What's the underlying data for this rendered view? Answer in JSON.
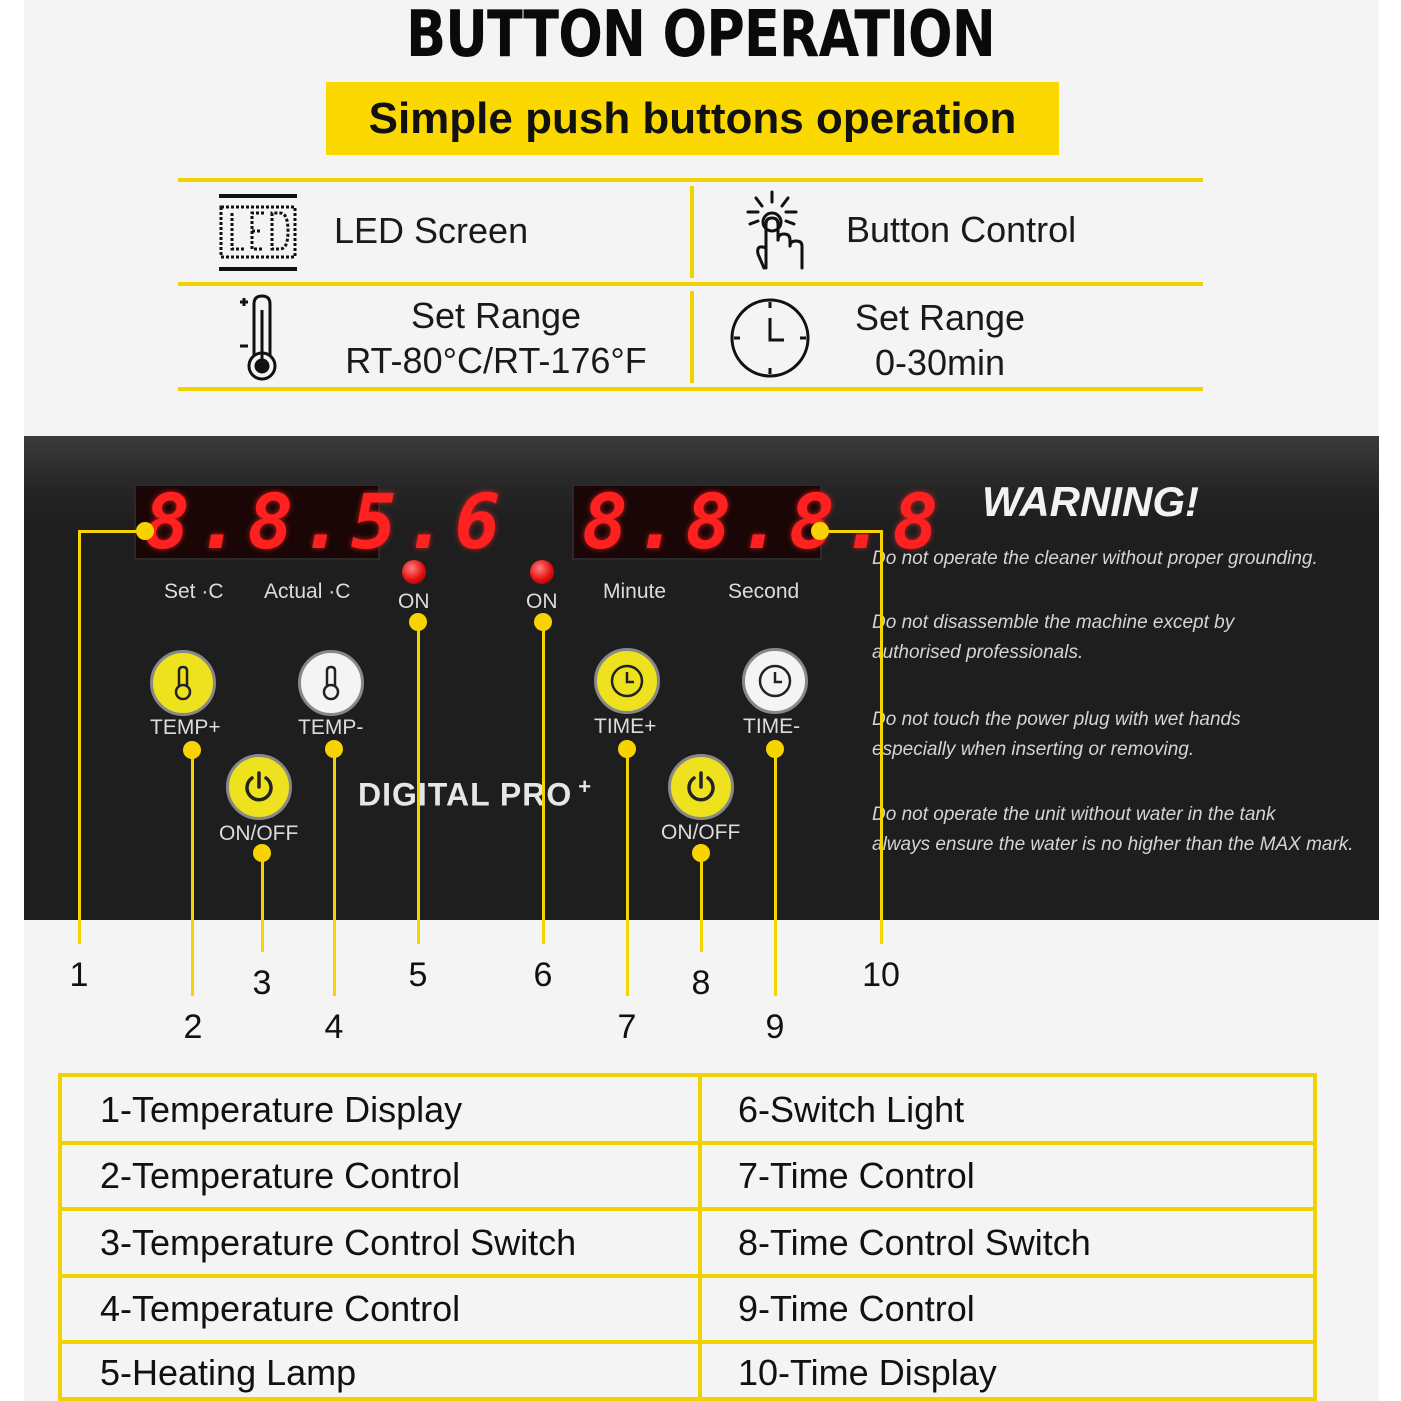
{
  "header": {
    "title": "BUTTON OPERATION",
    "subtitle": "Simple push buttons operation"
  },
  "features": [
    {
      "icon": "led-screen-icon",
      "label": "LED Screen"
    },
    {
      "icon": "hand-press-icon",
      "label": "Button Control"
    },
    {
      "icon": "thermometer-icon",
      "label_line1": "Set Range",
      "label_line2": "RT-80°C/RT-176°F"
    },
    {
      "icon": "clock-icon",
      "label_line1": "Set Range",
      "label_line2": "0-30min"
    }
  ],
  "panel": {
    "temp_display": "8.8.5.6",
    "time_display": "8.8.8.8",
    "set_label": "Set  ·C",
    "actual_label": "Actual ·C",
    "minute_label": "Minute",
    "second_label": "Second",
    "heating_on_label": "ON",
    "switch_on_label": "ON",
    "temp_plus": "TEMP+",
    "temp_minus": "TEMP-",
    "temp_onoff": "ON/OFF",
    "time_plus": "TIME+",
    "time_minus": "TIME-",
    "time_onoff": "ON/OFF",
    "brand": "DIGITAL PRO",
    "brand_sup": "+",
    "warning_title": "WARNING!",
    "warnings": [
      "Do not operate the cleaner without proper grounding.",
      "Do not disassemble the machine except by",
      "authorised professionals.",
      "Do not touch the power plug with wet hands",
      "especially when inserting or removing.",
      "Do not operate the unit without water in the tank",
      "always ensure the water is no higher than the MAX mark."
    ]
  },
  "callouts": [
    "1",
    "2",
    "3",
    "4",
    "5",
    "6",
    "7",
    "8",
    "9",
    "10"
  ],
  "legend": {
    "left": [
      "1-Temperature Display",
      "2-Temperature Control",
      "3-Temperature Control Switch",
      "4-Temperature Control",
      "5-Heating Lamp"
    ],
    "right": [
      "6-Switch Light",
      "7-Time Control",
      "8-Time Control Switch",
      "9-Time Control",
      "10-Time Display"
    ]
  },
  "colors": {
    "accent_yellow": "#fbd900",
    "panel_black": "#1e1e1e",
    "led_red": "#ff2020"
  }
}
